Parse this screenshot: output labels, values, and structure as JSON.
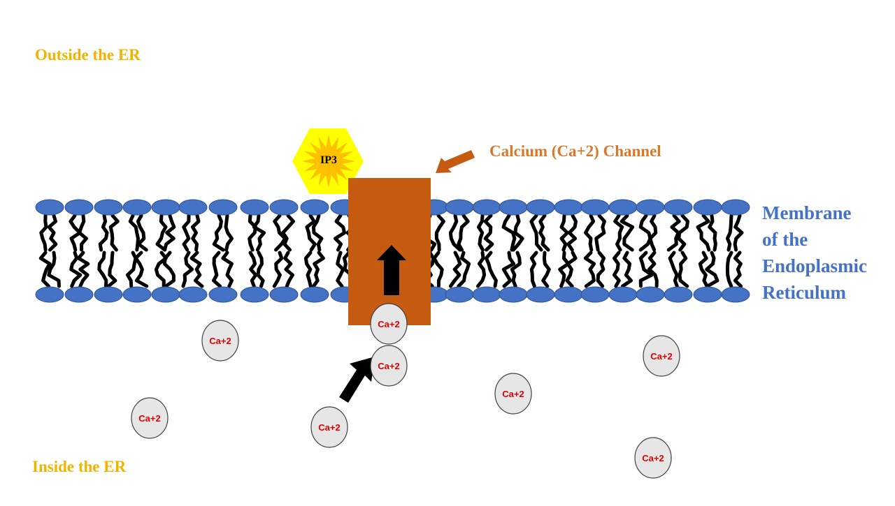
{
  "labels": {
    "outside": "Outside the ER",
    "inside": "Inside the ER",
    "channel": "Calcium (Ca+2) Channel",
    "membrane_lines": [
      "Membrane",
      "of the",
      "Endoplasmic",
      "Reticulum"
    ]
  },
  "ligand": {
    "text": "IP3"
  },
  "ion_label": "Ca+2",
  "ion_count": 8,
  "colors": {
    "region_label": "#f0b400",
    "channel": "#c55a11",
    "channel_label": "#d9782a",
    "membrane_label": "#4472c4",
    "phospholipid_head": "#4472c4",
    "phospholipid_tail": "#000000",
    "ligand_fill": "#ffff00",
    "ligand_star": "#ffc000",
    "ion_fill": "#e6e6e6",
    "ion_text": "#e00000",
    "arrow": "#000000"
  }
}
